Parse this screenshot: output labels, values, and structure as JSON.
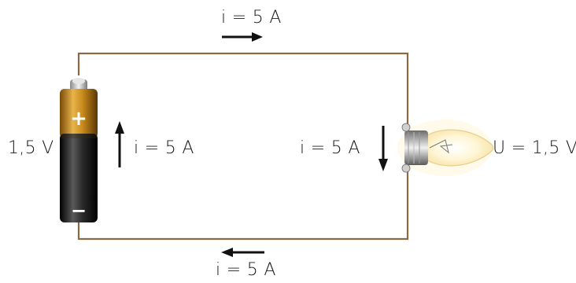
{
  "labels": {
    "current_top": "i = 5 A",
    "current_bottom": "i = 5 A",
    "current_battery": "i = 5 A",
    "current_bulb": "i = 5 A",
    "battery_voltage": "1,5 V",
    "bulb_voltage": "U = 1,5 V",
    "battery_plus": "+",
    "battery_minus": "−"
  },
  "colors": {
    "wire": "#8a6a44",
    "arrow": "#111111",
    "battery_gold": "#c98a1c",
    "battery_black": "#1b1b1b",
    "bulb_glow": "#fff3c8"
  }
}
